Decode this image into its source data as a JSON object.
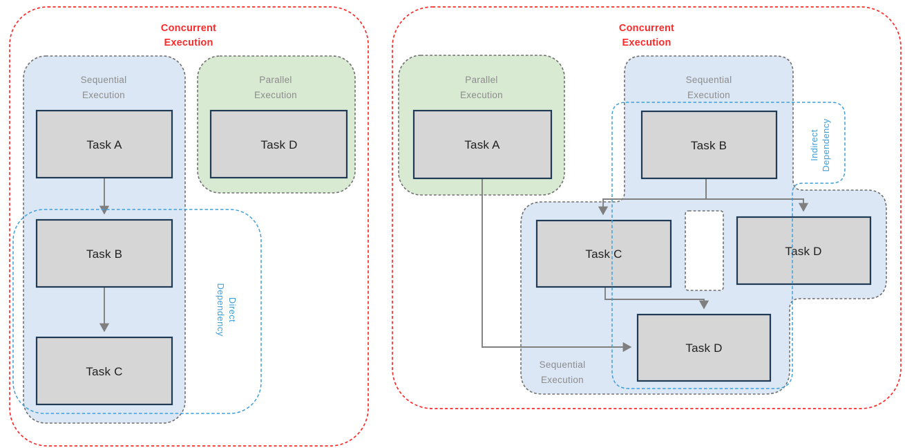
{
  "colors": {
    "concurrent_border_red": "#fa2b2b",
    "region_border_gray": "#6f6f6f",
    "sequential_fill_blue": "#dbe7f5",
    "parallel_fill_green": "#d8ead2",
    "task_fill_gray": "#d6d6d6",
    "task_border_navy": "#1e3a54",
    "dependency_blue": "#3f9fd8",
    "region_label_gray": "#8c8c8c",
    "task_label_dark": "#1f1f1f",
    "arrow_gray": "#7f7f7f"
  },
  "left_panel": {
    "concurrent_label_lines": [
      "Concurrent",
      "Execution"
    ],
    "sequential_region": {
      "label_lines": [
        "Sequential",
        "Execution"
      ],
      "task_a": "Task A",
      "task_b": "Task B",
      "task_c": "Task C"
    },
    "parallel_region": {
      "label_lines": [
        "Parallel",
        "Execution"
      ],
      "task_d": "Task D"
    },
    "direct_dependency_lines": [
      "Direct",
      "Dependency"
    ]
  },
  "right_panel": {
    "concurrent_label_lines": [
      "Concurrent",
      "Execution"
    ],
    "parallel_region": {
      "label_lines": [
        "Parallel",
        "Execution"
      ],
      "task_a": "Task A"
    },
    "sequential_region": {
      "top_label_lines": [
        "Sequential",
        "Execution"
      ],
      "bottom_label_lines": [
        "Sequential",
        "Execution"
      ],
      "task_b": "Task B",
      "task_c": "Task C",
      "task_d_upper": "Task D",
      "task_d_lower": "Task D"
    },
    "indirect_dependency_lines": [
      "Indirect",
      "Dependency"
    ]
  }
}
